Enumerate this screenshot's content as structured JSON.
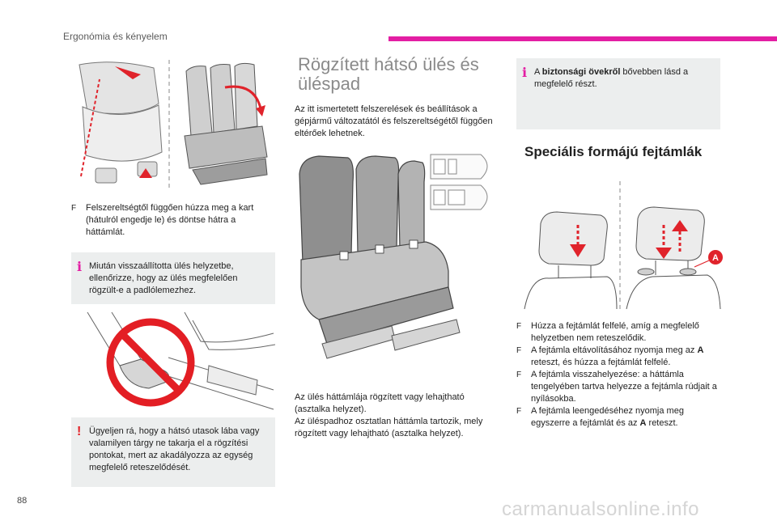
{
  "header": {
    "section": "Ergonómia és kényelem"
  },
  "left": {
    "bullet_1": "Felszereltségtől függően húzza meg a kart (hátulról engedje le) és döntse hátra a háttámlát.",
    "note_1": "Miután visszaállította ülés helyzetbe, ellenőrizze, hogy az ülés megfelelően rögzült-e a padlólemezhez.",
    "warning": "Ügyeljen rá, hogy a hátsó utasok lába vagy valamilyen tárgy ne takarja el a rögzítési pontokat, mert az akadályozza az egység megfelelő reteszelődését."
  },
  "middle": {
    "title": "Rögzített hátsó ülés és üléspad",
    "intro": "Az itt ismertetett felszerelések és beállítások a gépjármű változatától és felszereltségétől függően eltérőek lehetnek.",
    "para_1": "Az ülés háttámlája rögzített vagy lehajtható (asztalka helyzet).",
    "para_2": "Az üléspadhoz osztatlan háttámla tartozik, mely rögzített vagy lehajtható (asztalka helyzet)."
  },
  "right": {
    "note_prefix": "A ",
    "note_bold": "biztonsági övekről",
    "note_suffix": " bővebben lásd a megfelelő részt.",
    "title": "Speciális formájú fejtámlák",
    "callout_letter": "A",
    "bullets": [
      {
        "text": "Húzza a fejtámlát felfelé, amíg a megfelelő helyzetben nem reteszelődik."
      },
      {
        "pre": "A fejtámla eltávolításához nyomja meg az ",
        "bold": "A",
        "post": " reteszt, és húzza a fejtámlát felfelé."
      },
      {
        "text": "A fejtámla visszahelyezése: a háttámla tengelyében tartva helyezze a fejtámla rúdjait a nyílásokba."
      },
      {
        "pre": "A fejtámla leengedéséhez nyomja meg egyszerre a fejtámlát és az ",
        "bold": "A",
        "post": " reteszt."
      }
    ]
  },
  "footer": {
    "page_number": "88",
    "watermark": "carmanualsonline.info"
  },
  "icons": {
    "bullet": "F",
    "info": "i",
    "warning": "!"
  },
  "colors": {
    "accent_pink": "#e31ea3",
    "warning_red": "#e31e24",
    "arrow_red": "#e0232b",
    "note_bg": "#eceeee"
  }
}
